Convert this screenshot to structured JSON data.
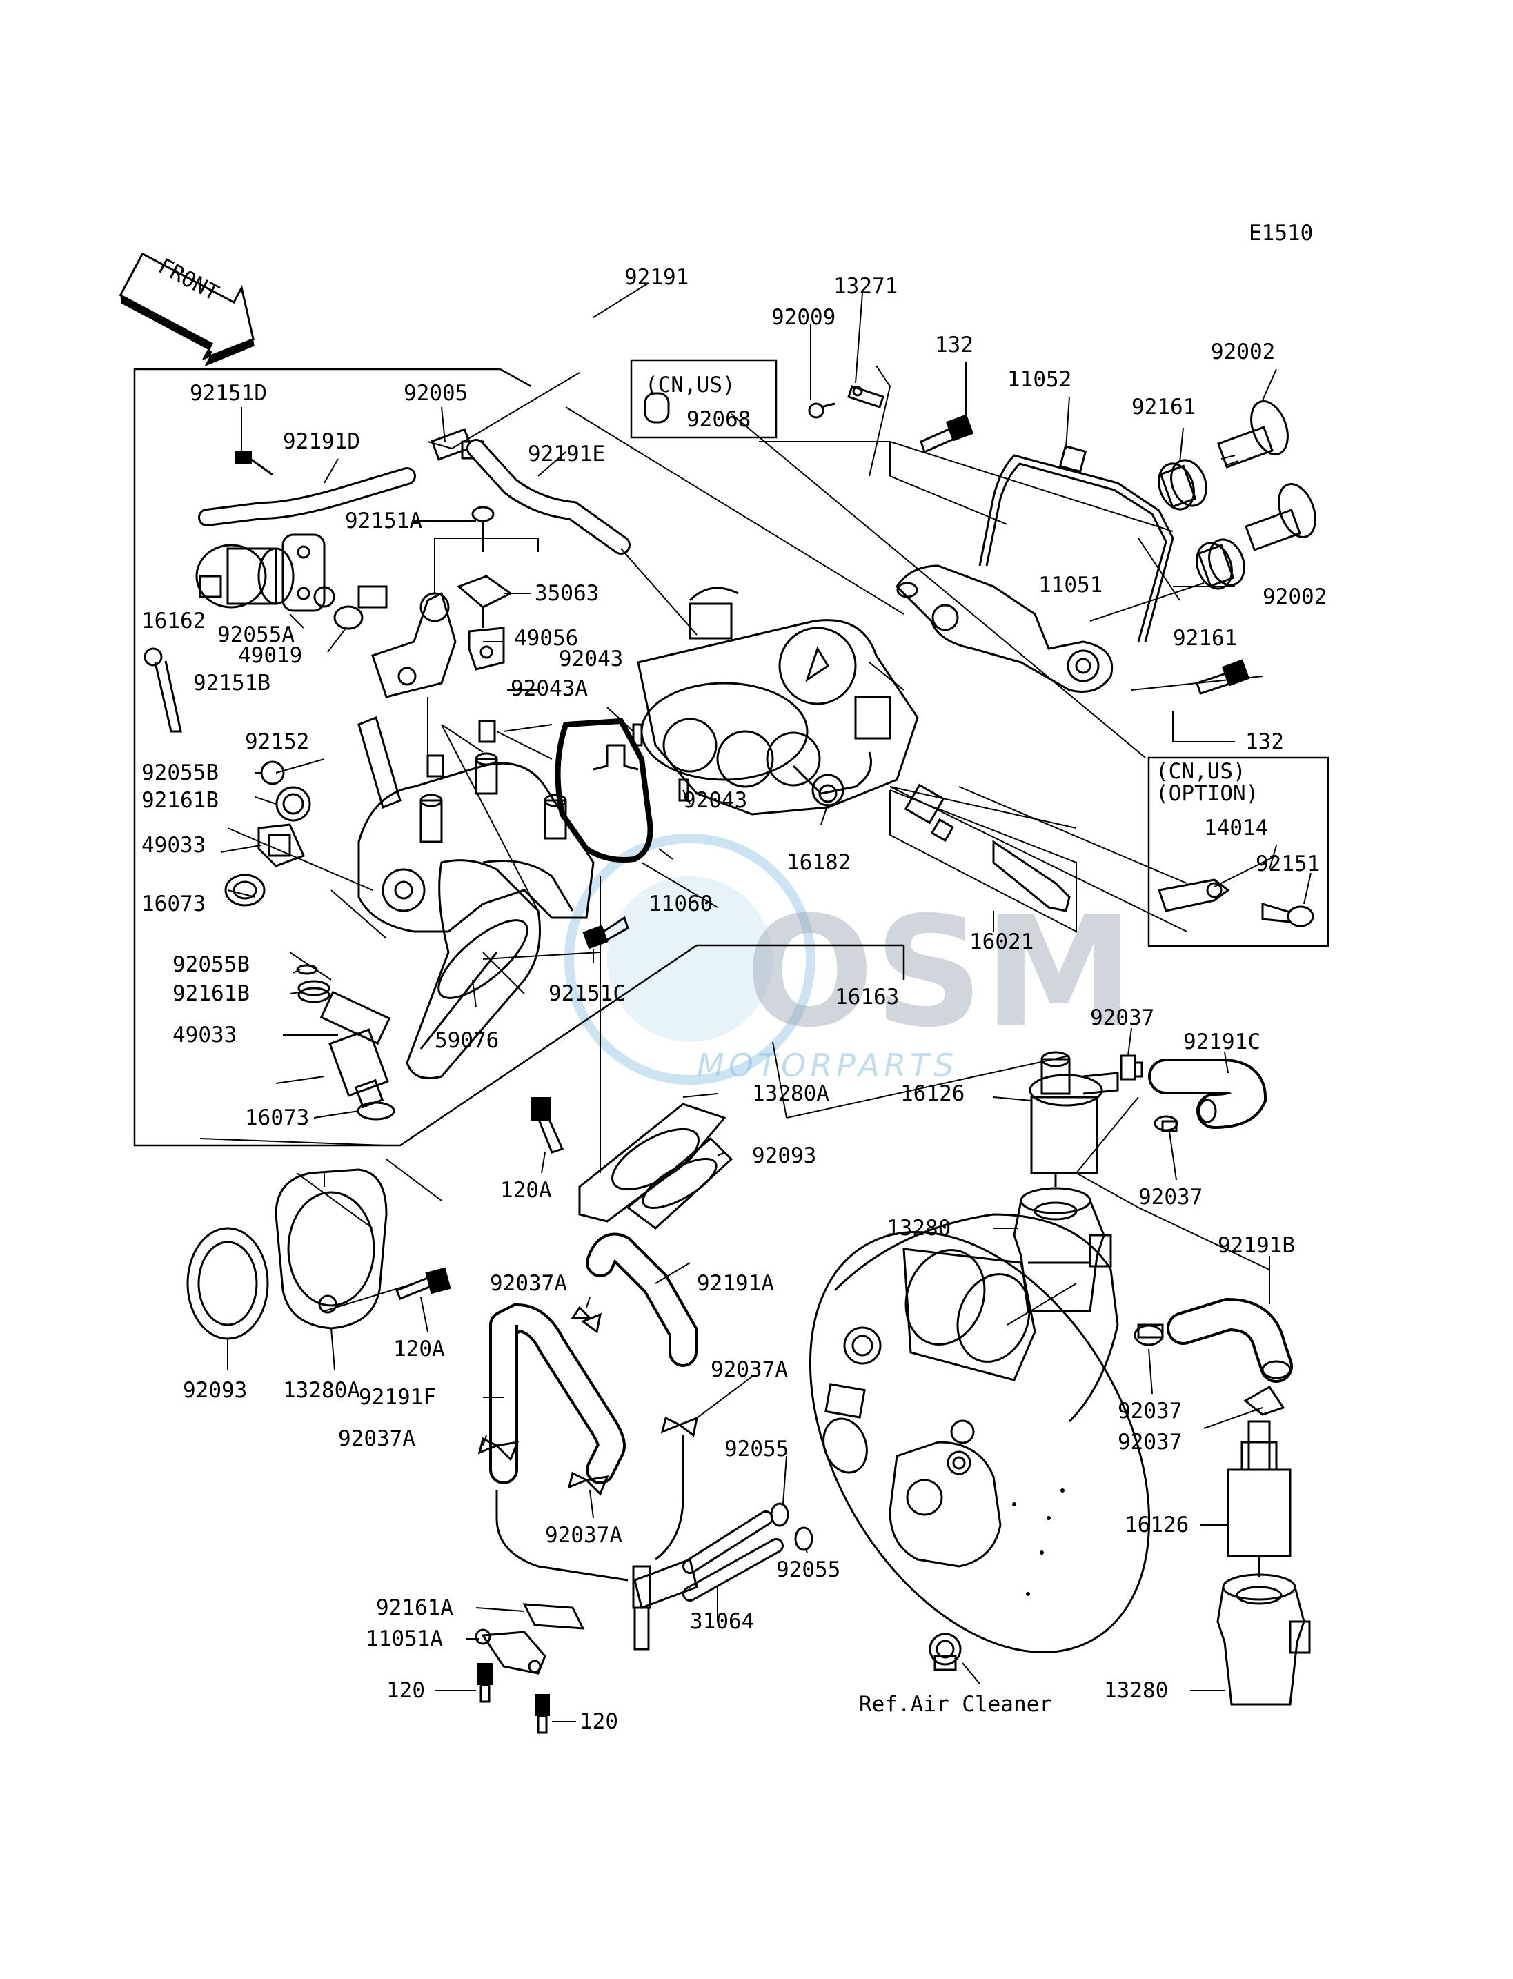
{
  "diagram_code": "E1510",
  "front_label": "FRONT",
  "option_notes": {
    "region_1": "(CN,US)",
    "region_2": "(CN,US)",
    "option": "(OPTION)"
  },
  "reference": "Ref.Air Cleaner",
  "watermark": {
    "brand": "OSM",
    "sub": "MOTORPARTS"
  },
  "parts": [
    "92191",
    "13271",
    "92009",
    "92068",
    "132",
    "11052",
    "92002",
    "92161",
    "92151D",
    "92005",
    "92191D",
    "92191E",
    "92151A",
    "35063",
    "16162",
    "92055A",
    "49019",
    "49056",
    "92043",
    "92043A",
    "92151B",
    "11051",
    "92002",
    "92161",
    "132",
    "92152",
    "92055B",
    "92161B",
    "49033",
    "16073",
    "11060",
    "92043",
    "16182",
    "14014",
    "92151",
    "16021",
    "92055B",
    "92161B",
    "49033",
    "92151C",
    "59076",
    "16163",
    "16073",
    "92037",
    "92191C",
    "16126",
    "13280A",
    "120A",
    "92093",
    "92037",
    "13280",
    "92191B",
    "92093",
    "13280A",
    "120A",
    "92037A",
    "92191A",
    "92191F",
    "92037A",
    "92037A",
    "92055",
    "92037A",
    "92055",
    "92037",
    "92037",
    "16126",
    "92161A",
    "11051A",
    "31064",
    "120",
    "120",
    "13280"
  ]
}
